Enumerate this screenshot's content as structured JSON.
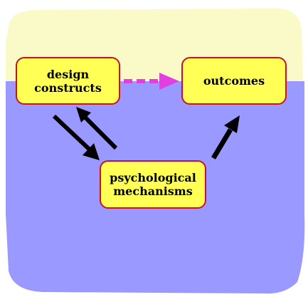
{
  "diagram": {
    "nodes": {
      "design": {
        "label": "design\nconstructs"
      },
      "outcomes": {
        "label": "outcomes"
      },
      "psych": {
        "label": "psychological\nmechanisms"
      }
    }
  },
  "colors": {
    "top_region": "#fafac8",
    "bottom_region": "#9999ff",
    "node_fill": "#ffff55",
    "node_border": "#c8102e",
    "dashed_arrow": "#e040e0",
    "solid_arrow": "#000000"
  }
}
